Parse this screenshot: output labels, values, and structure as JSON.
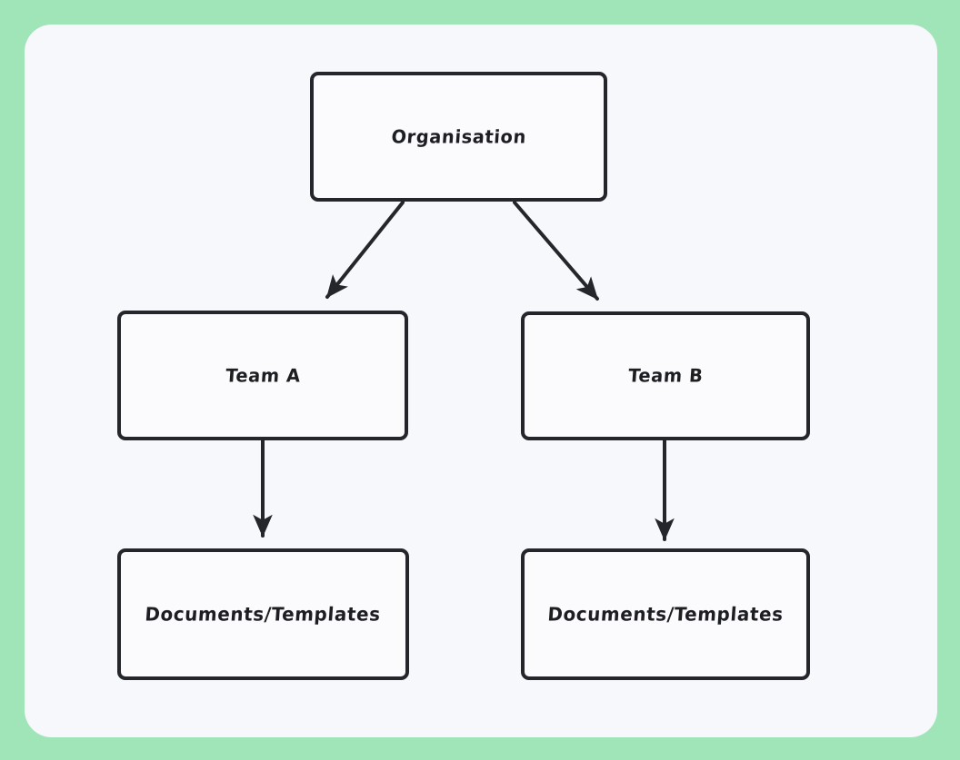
{
  "canvas": {
    "background_color": "#9FE5B8",
    "surface_color": "#F7F8FB",
    "stroke_color": "#24262B"
  },
  "diagram": {
    "type": "org-hierarchy-flowchart",
    "nodes": [
      {
        "id": "organisation",
        "label": "Organisation"
      },
      {
        "id": "team_a",
        "label": "Team A"
      },
      {
        "id": "team_b",
        "label": "Team B"
      },
      {
        "id": "docs_a",
        "label": "Documents/Templates"
      },
      {
        "id": "docs_b",
        "label": "Documents/Templates"
      }
    ],
    "edges": [
      {
        "from": "organisation",
        "to": "team_a",
        "style": "diagonal-arrow"
      },
      {
        "from": "organisation",
        "to": "team_b",
        "style": "diagonal-arrow"
      },
      {
        "from": "team_a",
        "to": "docs_a",
        "style": "vertical-arrow"
      },
      {
        "from": "team_b",
        "to": "docs_b",
        "style": "vertical-arrow"
      }
    ]
  }
}
